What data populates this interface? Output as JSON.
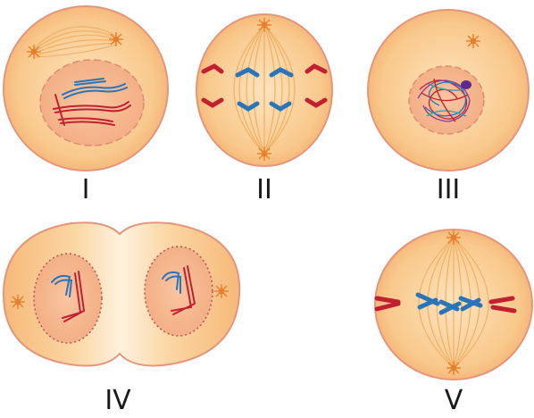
{
  "labels": {
    "I": "I",
    "II": "II",
    "III": "III",
    "IV": "IV",
    "V": "V"
  },
  "colors": {
    "cell_fill": "#f9c98d",
    "cell_stroke": "#e5957a",
    "nucleus_fill": "#f6b487",
    "nucleus_stroke": "#d98d72",
    "spindle": "#efb168",
    "centrosome": "#e87e2a",
    "chromosome_red": "#c0202f",
    "chromosome_blue": "#2a74b8",
    "label": "#1a1a1a"
  }
}
